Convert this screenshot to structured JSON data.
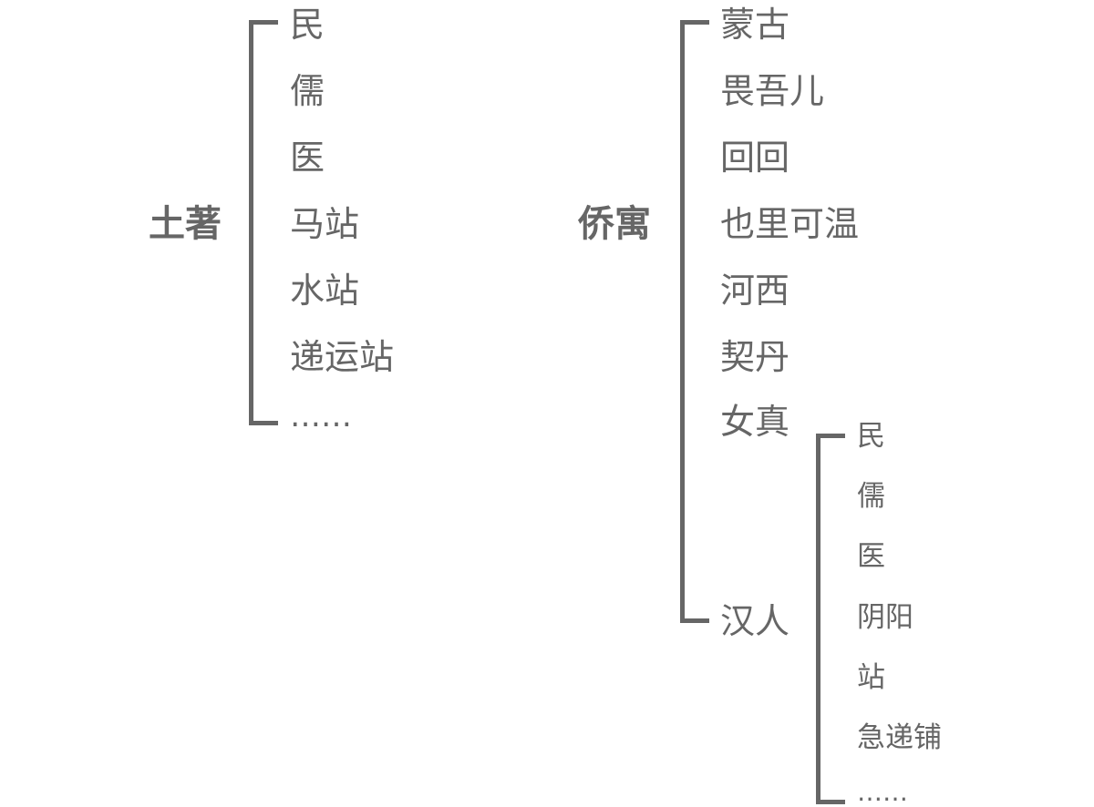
{
  "tree_left": {
    "root": "土著",
    "items": [
      "民",
      "儒",
      "医",
      "马站",
      "水站",
      "递运站",
      "……"
    ]
  },
  "tree_right": {
    "root": "侨寓",
    "items": [
      "蒙古",
      "畏吾儿",
      "回回",
      "也里可温",
      "河西",
      "契丹",
      "女真",
      "汉人"
    ],
    "subtree": {
      "parent": "汉人",
      "items": [
        "民",
        "儒",
        "医",
        "阴阳",
        "站",
        "急递铺",
        "……"
      ]
    }
  }
}
